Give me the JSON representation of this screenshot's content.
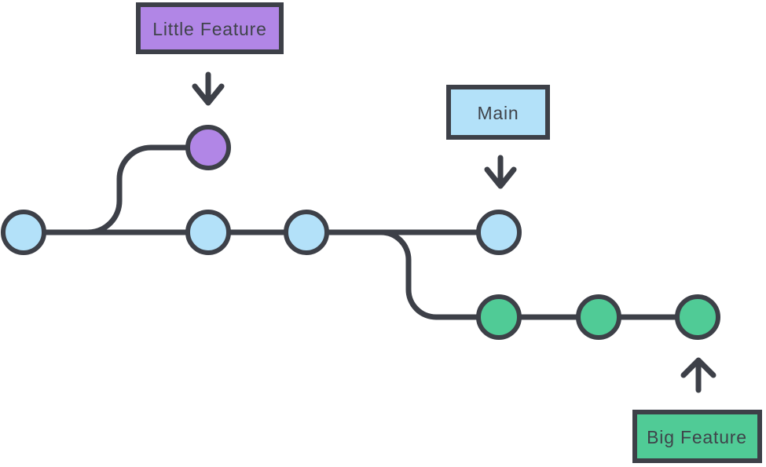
{
  "diagram": {
    "type": "git-branch-graph"
  },
  "labels": {
    "little_feature": "Little Feature",
    "main": "Main",
    "big_feature": "Big Feature"
  },
  "colors": {
    "line": "#3d4048",
    "text": "#3f434a",
    "purple": "#b186e6",
    "blue": "#b3e1f9",
    "green": "#50cb96",
    "background": "#ffffff"
  },
  "graph": {
    "branches": [
      {
        "name": "Main",
        "color": "#b3e1f9",
        "commits": 4
      },
      {
        "name": "Little Feature",
        "color": "#b186e6",
        "commits": 1,
        "branches_from": "Main"
      },
      {
        "name": "Big Feature",
        "color": "#50cb96",
        "commits": 3,
        "branches_from": "Main"
      }
    ]
  }
}
